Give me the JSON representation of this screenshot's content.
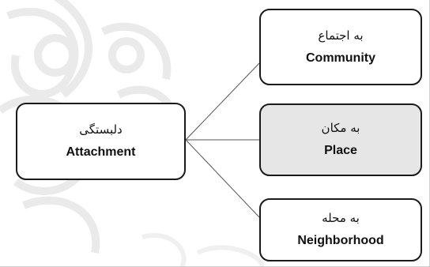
{
  "diagram": {
    "root": {
      "fa": "دلبستگی",
      "en": "Attachment"
    },
    "children": [
      {
        "fa": "به اجتماع",
        "en": "Community"
      },
      {
        "fa": "به مکان",
        "en": "Place"
      },
      {
        "fa": "به محله",
        "en": "Neighborhood"
      }
    ]
  },
  "colors": {
    "border": "#1a1a1a",
    "highlight_fill": "#e6e6e6",
    "box_fill": "#ffffff",
    "watermark": "#cfcfcf"
  }
}
